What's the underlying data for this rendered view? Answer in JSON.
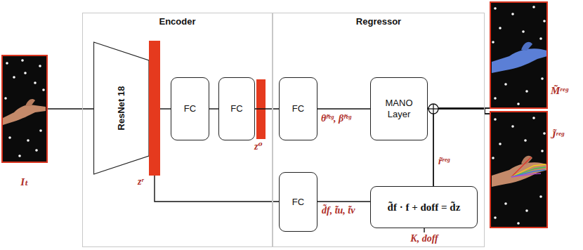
{
  "diagram": {
    "nodes": [
      {
        "text": [
          "Iₜ"
        ]
      },
      {
        "text": [
          "Encoder"
        ]
      },
      {
        "text": [
          "ResNet 18"
        ],
        "in": 1
      },
      {
        "text": [
          "FC"
        ],
        "in": 1
      },
      {
        "text": [
          "FC"
        ],
        "in": 1
      },
      {
        "text": [
          "Regressor"
        ]
      },
      {
        "text": [
          "FC"
        ],
        "in": 5
      },
      {
        "text": [
          "MANO Layer"
        ],
        "in": 5
      },
      {
        "text": [
          "FC"
        ],
        "in": 5
      },
      {
        "text": [
          "d̃f · f + doff = d̃z"
        ],
        "in": 5
      },
      {
        "text": [
          "M̃ʳᵉᵍ"
        ]
      },
      {
        "text": [
          "J̃ʳᵉᵍ"
        ]
      }
    ],
    "edges": [
      {
        "from": 0,
        "to": 2,
        "arrow": "none"
      },
      {
        "from": 2,
        "to": 3,
        "arrow": "none"
      },
      {
        "from": 3,
        "to": 4,
        "arrow": "none"
      },
      {
        "from": 4,
        "to": 6,
        "arrow": "none"
      },
      {
        "from": 6,
        "to": 7,
        "arrow": "none"
      },
      {
        "from": 7,
        "to": 10,
        "arrow": "none"
      },
      {
        "from": 7,
        "to": 11,
        "arrow": "none"
      },
      {
        "from": 2,
        "to": 8,
        "arrow": "none"
      },
      {
        "from": 8,
        "to": 9,
        "arrow": "none"
      },
      {
        "from": 9,
        "to": 10,
        "arrow": "none"
      },
      {
        "from": 9,
        "to": 11,
        "arrow": "none"
      }
    ],
    "labels": [
      "zʳ",
      "z⁰",
      "θ̃ʳᵉᵍ, β̃ʳᵉᵍ",
      "d̃f, t̃u, t̃v",
      "r̃ʳᵉᵍ",
      "K, doff"
    ]
  }
}
